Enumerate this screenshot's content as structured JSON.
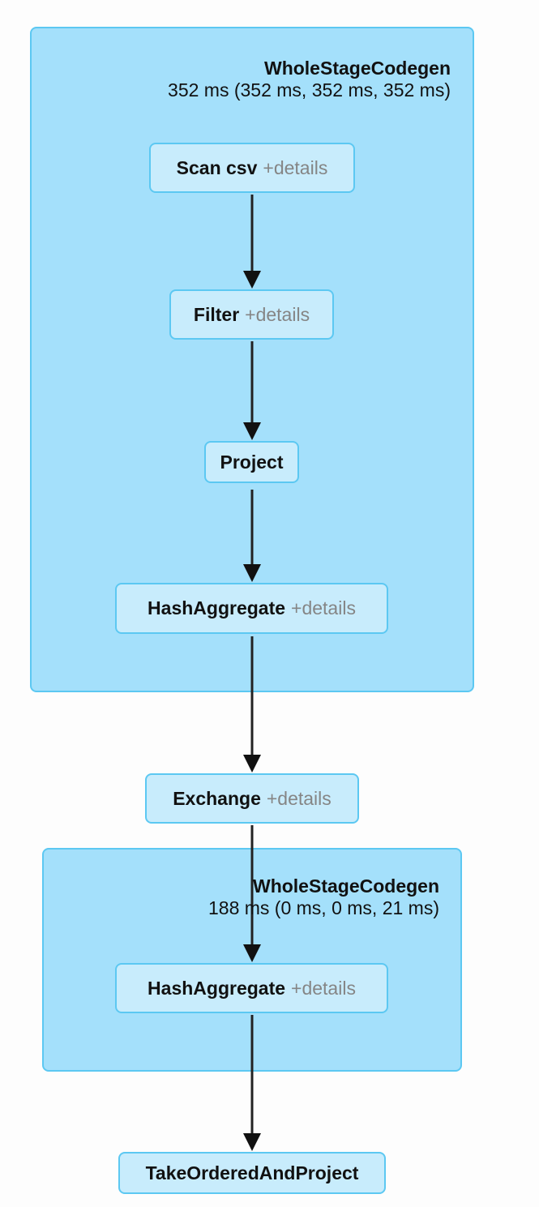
{
  "clusters": [
    {
      "title": "WholeStageCodegen",
      "metric": "352 ms (352 ms, 352 ms, 352 ms)"
    },
    {
      "title": "WholeStageCodegen",
      "metric": "188 ms (0 ms, 0 ms, 21 ms)"
    }
  ],
  "nodes": [
    {
      "name": "Scan csv",
      "details": "+details"
    },
    {
      "name": "Filter",
      "details": "+details"
    },
    {
      "name": "Project"
    },
    {
      "name": "HashAggregate",
      "details": "+details"
    },
    {
      "name": "Exchange",
      "details": "+details"
    },
    {
      "name": "HashAggregate",
      "details": "+details"
    },
    {
      "name": "TakeOrderedAndProject"
    }
  ],
  "colors": {
    "cluster_fill": "#a4e0fb",
    "node_fill": "#c8ecfc",
    "border": "#5cc8f2",
    "details_text": "#858585",
    "edge": "#222222"
  }
}
